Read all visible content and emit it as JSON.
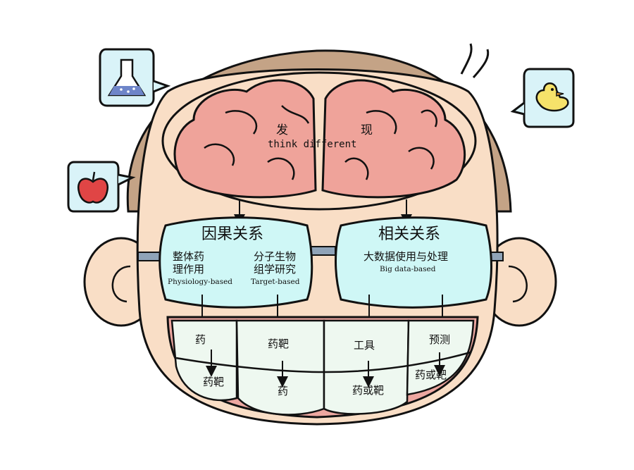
{
  "brain": {
    "left": "发",
    "right": "现",
    "subtitle": "think different"
  },
  "lenses": {
    "left": {
      "title": "因果关系",
      "col1_line1": "整体药",
      "col1_line2": "理作用",
      "col1_en": "Physiology-based",
      "col2_line1": "分子生物",
      "col2_line2": "组学研究",
      "col2_en": "Target-based"
    },
    "right": {
      "title": "相关关系",
      "line1": "大数据使用与处理",
      "en": "Big data-based"
    }
  },
  "teeth": {
    "t1_top": "药",
    "t1_bottom": "药靶",
    "t2_top": "药靶",
    "t2_bottom": "药",
    "t3_top": "工具",
    "t3_bottom": "药或靶",
    "t4_top": "预测",
    "t4_bottom": "药或靶"
  },
  "icons": [
    "flask-icon",
    "apple-icon",
    "duck-icon"
  ],
  "colors": {
    "skin": "#F9DEC6",
    "hair": "#C4A386",
    "brain": "#EFA39A",
    "lens": "#CFF7F6",
    "tooth": "#EEF8F0",
    "gum": "#EDA7A0",
    "bubble": "#D9F3F8",
    "outline": "#111111"
  }
}
